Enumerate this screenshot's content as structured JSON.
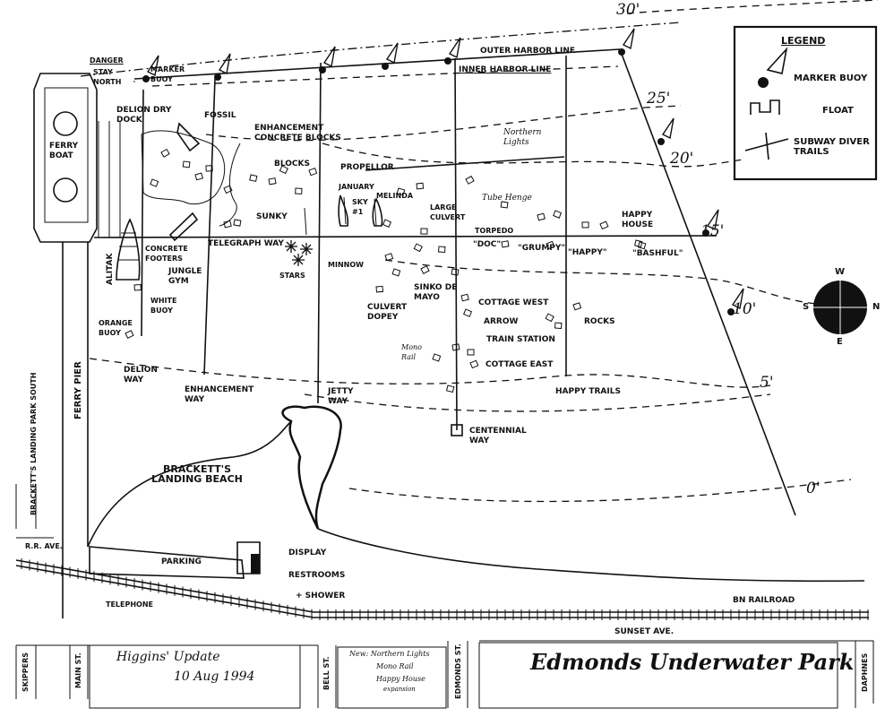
{
  "map": {
    "title": "Edmonds Underwater Park",
    "update_note_line1": "Higgins' Update",
    "update_note_line2": "10 Aug 1994",
    "new_note": [
      "New: Northern Lights",
      "Mono Rail",
      "Happy House",
      "expansion"
    ]
  },
  "legend": {
    "title": "LEGEND",
    "items": [
      {
        "icon": "marker-buoy-icon",
        "label": "MARKER BUOY"
      },
      {
        "icon": "float-icon",
        "label": "FLOAT"
      },
      {
        "icon": "subway-trail-icon",
        "label": "SUBWAY DIVER TRAILS"
      }
    ]
  },
  "compass": {
    "n": "N",
    "s": "S",
    "e": "E",
    "w": "W"
  },
  "depths": [
    "30'",
    "25'",
    "20'",
    "15'",
    "10'",
    "5'",
    "0'"
  ],
  "lines": {
    "outer": "OUTER HARBOR LINE",
    "inner": "INNER HARBOR LINE"
  },
  "labels": {
    "danger": "DANGER",
    "stay_north": "STAY NORTH",
    "marker_buoy": "MARKER BUOY",
    "ferry_boat": "FERRY BOAT",
    "delion_dry_dock": "DELION DRY DOCK",
    "fossil": "FOSSIL",
    "enhancement_blocks": "ENHANCEMENT CONCRETE BLOCKS",
    "blocks": "BLOCKS",
    "propellor": "PROPELLOR",
    "northern_lights": "Northern Lights",
    "january": "JANUARY",
    "sky": "SKY #1",
    "melinda": "MELINDA",
    "large_culvert": "LARGE CULVERT",
    "tube_henge": "Tube Henge",
    "torpedo": "TORPEDO",
    "happy_house": "HAPPY HOUSE",
    "sunky": "SUNKY",
    "telegraph_way": "TELEGRAPH WAY",
    "concrete_footers": "CONCRETE FOOTERS",
    "alitak": "ALITAK",
    "jungle_gym": "JUNGLE GYM",
    "white_buoy": "WHITE BUOY",
    "orange_buoy": "ORANGE BUOY",
    "stars": "STARS",
    "minnow": "MINNOW",
    "doc": "\"DOC\"",
    "grumpy": "\"GRUMPY\"",
    "happy": "\"HAPPY\"",
    "bashful": "\"BASHFUL\"",
    "sinko_de_mayo": "SINKO DE MAYO",
    "culvert_dopey": "CULVERT DOPEY",
    "cottage_west": "COTTAGE WEST",
    "arrow": "ARROW",
    "rocks": "ROCKS",
    "train_station": "TRAIN STATION",
    "mono_rail": "Mono Rail",
    "cottage_east": "COTTAGE EAST",
    "delion_way": "DELION WAY",
    "enhancement_way": "ENHANCEMENT WAY",
    "jetty_way": "JETTY WAY",
    "happy_trails": "HAPPY TRAILS",
    "centennial_way": "CENTENNIAL WAY",
    "ferry_pier": "FERRY PIER",
    "bracketts_landing_park_south": "BRACKETT'S LANDING PARK SOUTH",
    "bracketts_beach": "BRACKETT'S LANDING BEACH",
    "rr_ave": "R.R. AVE.",
    "parking": "PARKING",
    "display": "DISPLAY",
    "restrooms": "RESTROOMS",
    "shower": "+ SHOWER",
    "telephone": "TELEPHONE",
    "bn_railroad": "BN RAILROAD",
    "sunset_ave": "SUNSET AVE.",
    "skippers": "SKIPPERS",
    "main_st": "MAIN ST.",
    "bell_st": "BELL ST.",
    "edmonds_st": "EDMONDS ST.",
    "daphnes": "DAPHNES"
  }
}
